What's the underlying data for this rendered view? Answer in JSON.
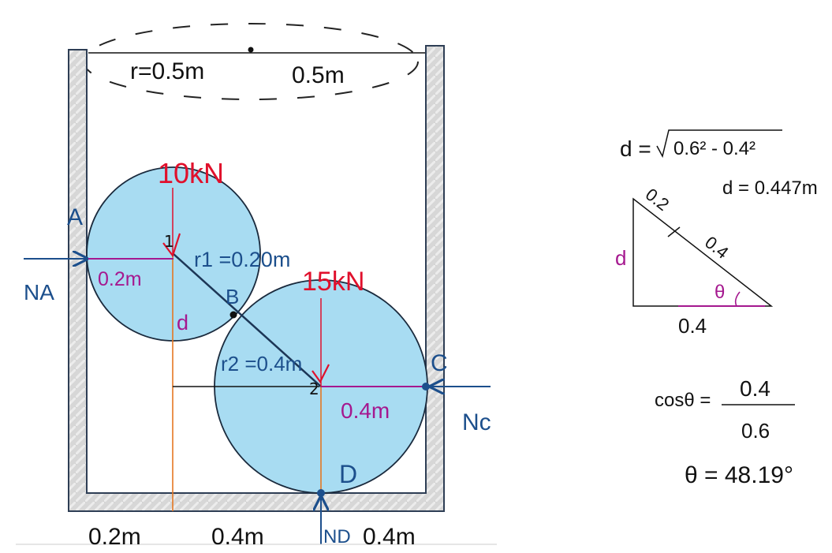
{
  "top_view": {
    "radius_label": "r=0.5m",
    "right_label": "0.5m"
  },
  "sphere1": {
    "force_label": "10kN",
    "center_label": "1",
    "radius_label": "r1 =0.20m",
    "wall_dist_label": "0.2m",
    "d_label": "d"
  },
  "sphere2": {
    "force_label": "15kN",
    "center_label": "2",
    "radius_label": "r2 =0.4m",
    "wall_dist_label": "0.4m"
  },
  "points": {
    "A": "A",
    "B": "B",
    "C": "C",
    "D": "D"
  },
  "reactions": {
    "NA": "NA",
    "NC": "Nc",
    "ND": "ND"
  },
  "bottom_dims": {
    "left": "0.2m",
    "middle": "0.4m",
    "right": "0.4m"
  },
  "calc": {
    "d_formula_lhs": "d =",
    "d_formula_rhs": "0.6² - 0.4²",
    "d_result": "d = 0.447m",
    "triangle": {
      "hyp_top": "0.2",
      "hyp_bottom": "0.4",
      "side": "d",
      "base": "0.4",
      "angle": "θ"
    },
    "cos_lhs": "cosθ =",
    "cos_num": "0.4",
    "cos_den": "0.6",
    "theta_result": "θ = 48.19°"
  },
  "colors": {
    "sphere_fill": "#a8dcf2",
    "wall_fill": "#d7d7d7",
    "blue": "#1c4f8c",
    "red": "#e0102c",
    "magenta": "#a5188f",
    "orange": "#e57722"
  }
}
